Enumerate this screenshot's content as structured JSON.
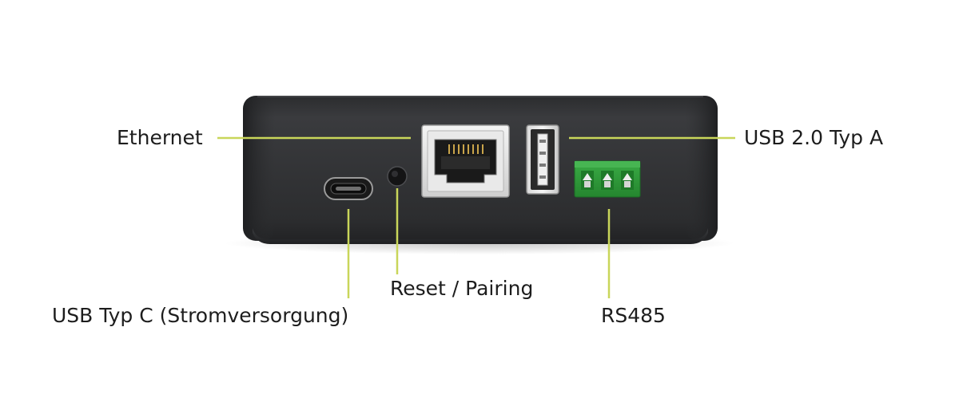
{
  "callouts": {
    "ethernet": "Ethernet",
    "usb_a": "USB 2.0 Typ A",
    "reset": "Reset / Pairing",
    "usb_c": "USB Typ C (Stromversorgung)",
    "rs485": "RS485"
  },
  "colors": {
    "leader_line": "#c9d65a",
    "device_body": "#2a2b2d",
    "terminal_green": "#2f9a3a",
    "label_text": "#1d1d1d"
  }
}
